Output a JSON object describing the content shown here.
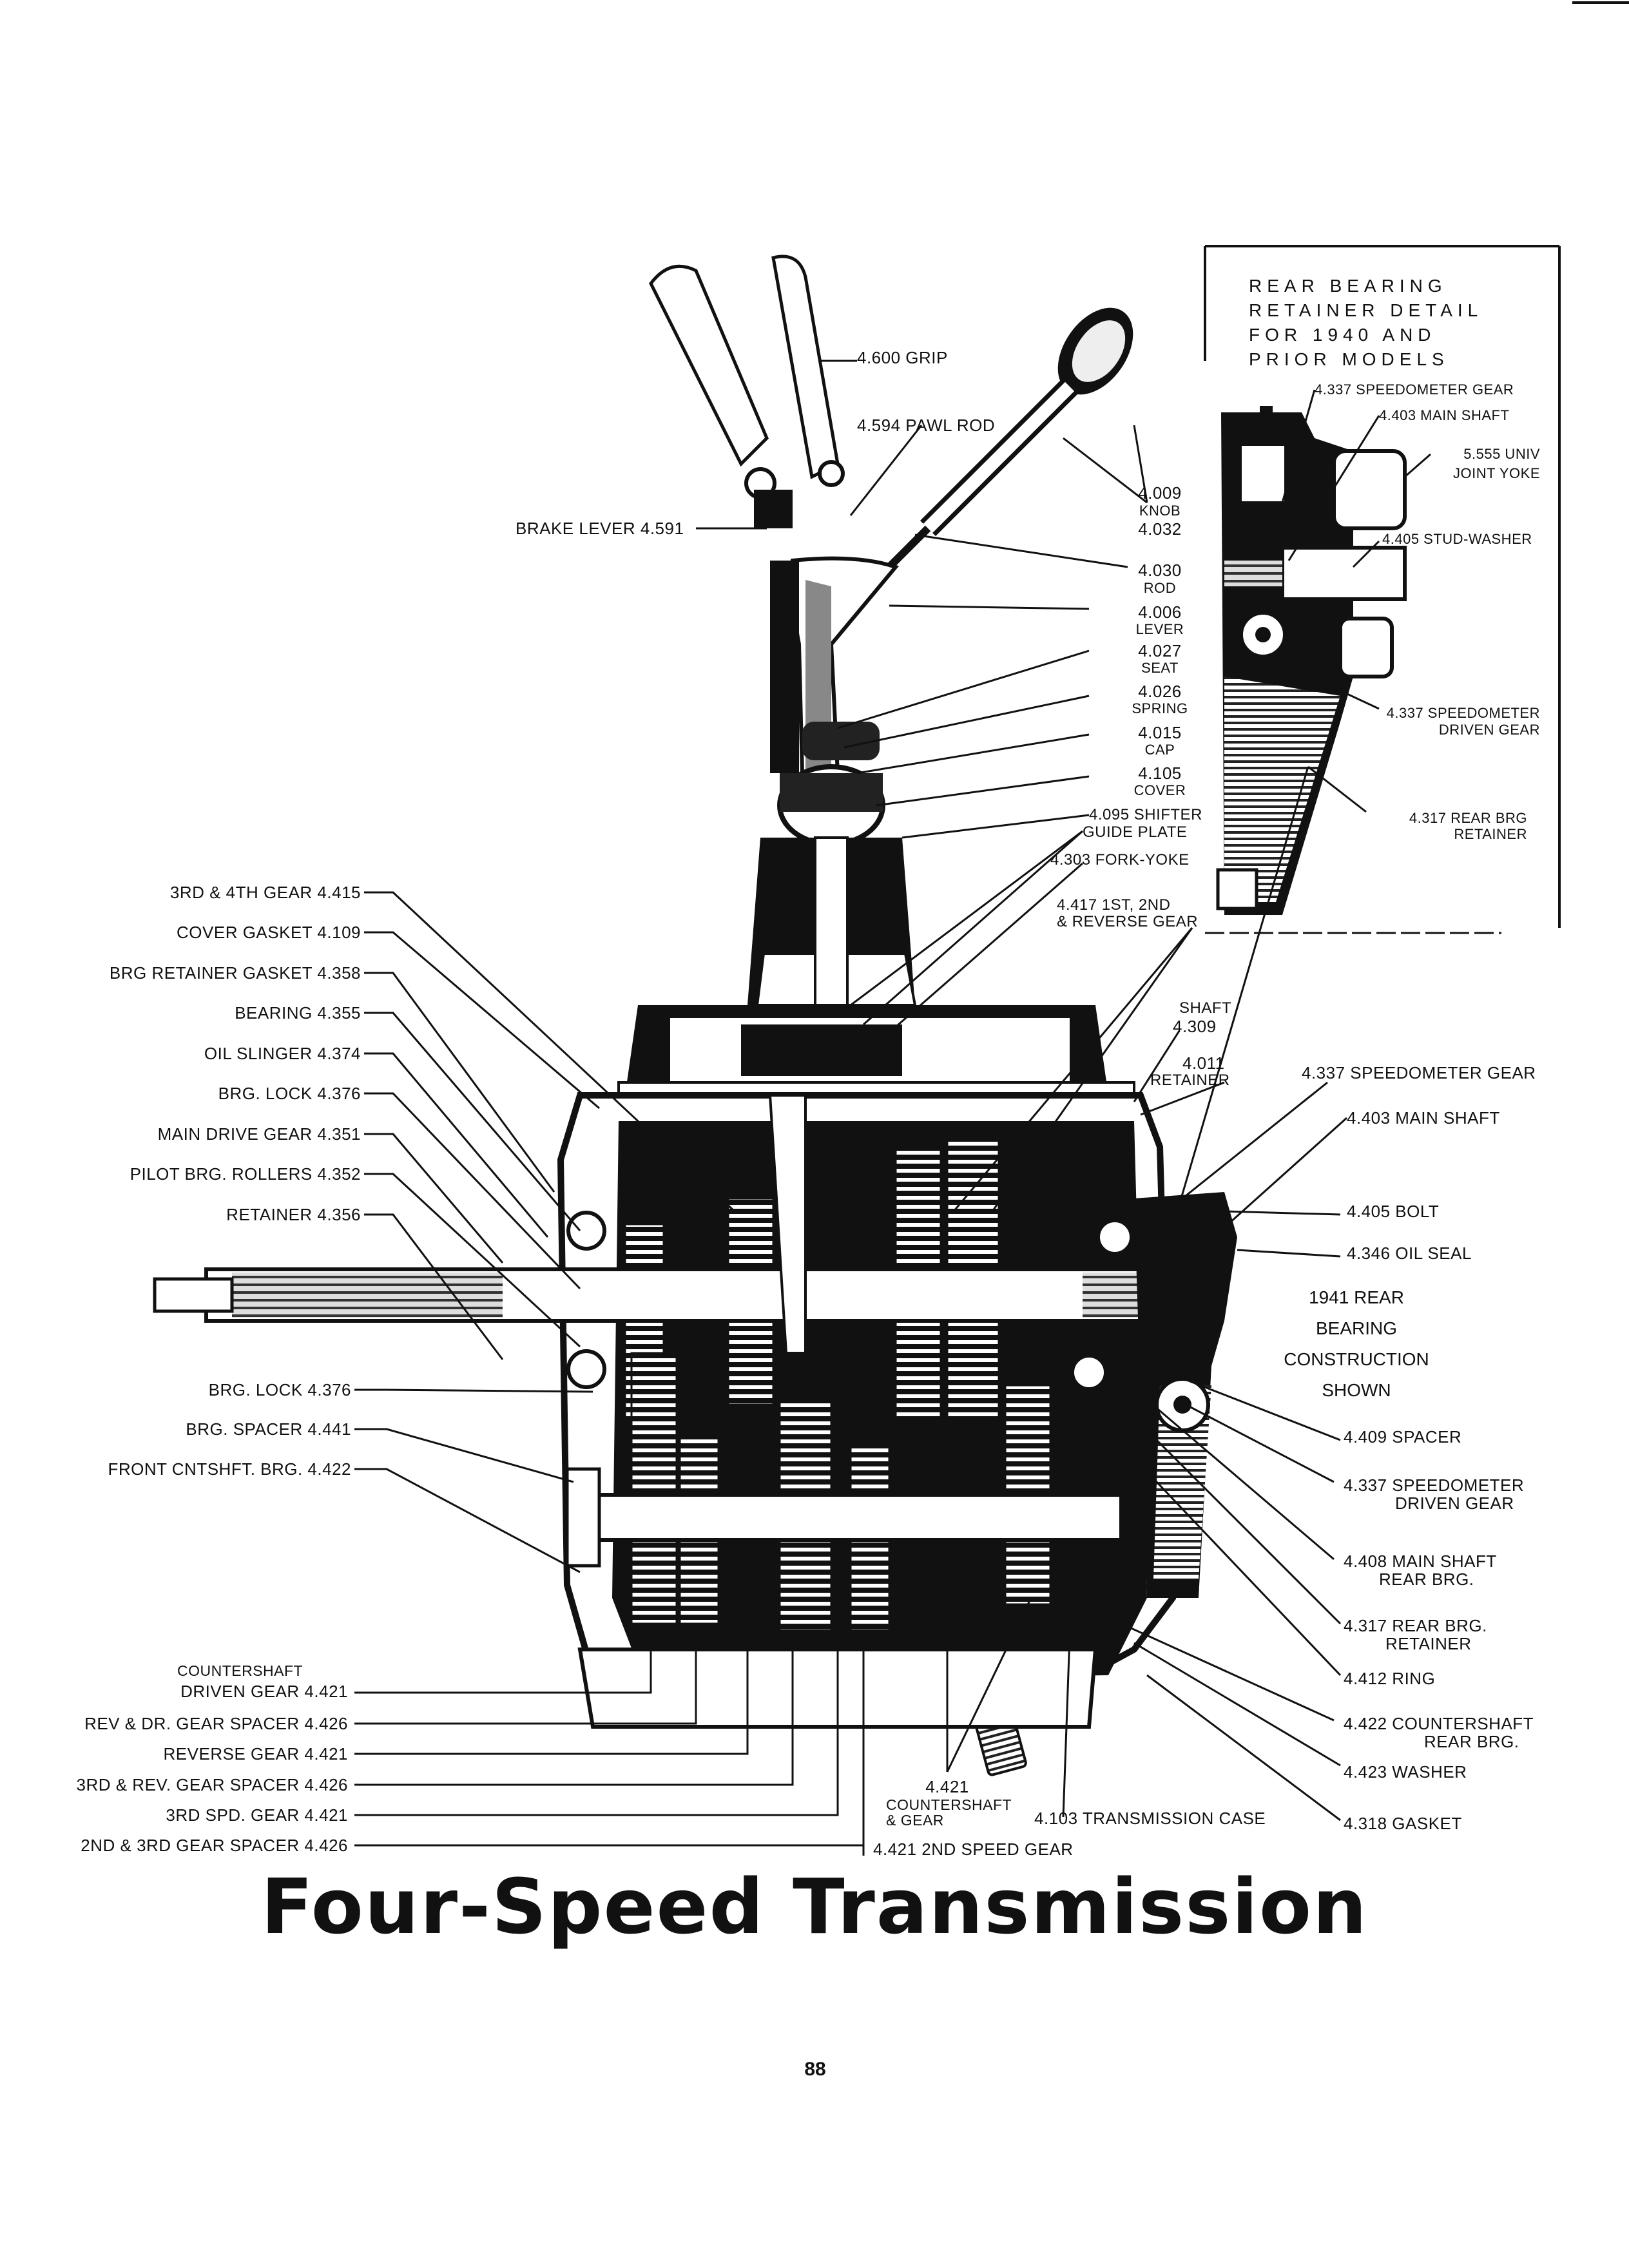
{
  "title": "Four-Speed Transmission",
  "page_number": "88",
  "inset": {
    "heading_lines": [
      "REAR BEARING",
      "RETAINER DETAIL",
      "FOR 1940 AND",
      "PRIOR MODELS"
    ],
    "callouts": {
      "speedo_gear": "4.337 SPEEDOMETER GEAR",
      "main_shaft": "4.403 MAIN SHAFT",
      "univ_1": "5.555 UNIV",
      "univ_2": "JOINT YOKE",
      "stud_washer": "4.405 STUD-WASHER",
      "speedo_driven_1": "4.337 SPEEDOMETER",
      "speedo_driven_2": "DRIVEN GEAR",
      "rear_brg_1": "4.317 REAR BRG",
      "rear_brg_2": "RETAINER"
    }
  },
  "shifter": {
    "grip": "4.600 GRIP",
    "pawl_rod": "4.594 PAWL ROD",
    "brake_lever": "BRAKE LEVER 4.591",
    "knob_1": "4.009",
    "knob_2": "KNOB",
    "k4032": "4.032",
    "rod_1": "4.030",
    "rod_2": "ROD",
    "lever_1": "4.006",
    "lever_2": "LEVER",
    "seat_1": "4.027",
    "seat_2": "SEAT",
    "spring_1": "4.026",
    "spring_2": "SPRING",
    "cap_1": "4.015",
    "cap_2": "CAP",
    "cover_1": "4.105",
    "cover_2": "COVER",
    "guide_1": "4.095 SHIFTER",
    "guide_2": "GUIDE PLATE",
    "fork": "4.303 FORK-YOKE",
    "first_1": "4.417 1ST, 2ND",
    "first_2": "& REVERSE GEAR",
    "shaft_1": "SHAFT",
    "shaft_2": "4.309",
    "retainer_1": "4.011",
    "retainer_2": "RETAINER"
  },
  "left_labels": [
    "3RD & 4TH GEAR 4.415",
    "COVER GASKET 4.109",
    "BRG RETAINER GASKET 4.358",
    "BEARING 4.355",
    "OIL SLINGER 4.374",
    "BRG. LOCK 4.376",
    "MAIN DRIVE GEAR 4.351",
    "PILOT BRG. ROLLERS 4.352",
    "RETAINER 4.356"
  ],
  "left_lower_labels": [
    "BRG. LOCK 4.376",
    "BRG. SPACER 4.441",
    "FRONT CNTSHFT. BRG. 4.422"
  ],
  "bottom_left_labels": {
    "cs_1": "COUNTERSHAFT",
    "cs_2": "DRIVEN GEAR 4.421",
    "rev_spacer": "REV & DR. GEAR SPACER 4.426",
    "rev_gear": "REVERSE GEAR 4.421",
    "third_rev": "3RD & REV. GEAR SPACER 4.426",
    "third_spd": "3RD SPD. GEAR 4.421",
    "second_third": "2ND & 3RD GEAR SPACER 4.426"
  },
  "bottom_center": {
    "cs_gear_1": "4.421",
    "cs_gear_2": "COUNTERSHAFT",
    "cs_gear_3": "& GEAR",
    "case": "4.103 TRANSMISSION CASE",
    "second_speed": "4.421 2ND SPEED GEAR"
  },
  "right_labels": {
    "speedo_gear": "4.337 SPEEDOMETER GEAR",
    "main_shaft": "4.403 MAIN SHAFT",
    "bolt": "4.405 BOLT",
    "oil_seal": "4.346 OIL SEAL",
    "construction_1": "1941 REAR BEARING",
    "construction_2": "CONSTRUCTION",
    "construction_3": "SHOWN",
    "spacer": "4.409 SPACER",
    "speedo_driven_1": "4.337 SPEEDOMETER",
    "speedo_driven_2": "DRIVEN GEAR",
    "rear_brg_1": "4.408 MAIN SHAFT",
    "rear_brg_2": "REAR BRG.",
    "retainer_1": "4.317 REAR BRG.",
    "retainer_2": "RETAINER",
    "ring": "4.412 RING",
    "cs_rear_1": "4.422 COUNTERSHAFT",
    "cs_rear_2": "REAR BRG.",
    "washer": "4.423 WASHER",
    "gasket": "4.318 GASKET"
  }
}
